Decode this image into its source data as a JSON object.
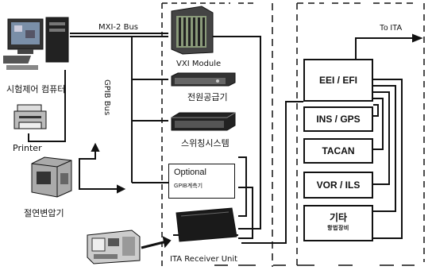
{
  "labels": {
    "mxi_bus": "MXI-2 Bus",
    "gpib_bus": "GPIB Bus",
    "to_ita": "To   ITA",
    "test_computer": "시험제어 컴퓨터",
    "printer": "Printer",
    "insulation_transformer": "절연변압기",
    "vxi_module": "VXI Module",
    "power_supply": "전원공급기",
    "switch_system": "스위칭시스템",
    "optional": "Optional",
    "optional_sub": "GPIB계측기",
    "ita_receiver": "ITA Receiver Unit"
  },
  "boxes": {
    "eei_efi": "EEI / EFI",
    "ins_gps": "INS / GPS",
    "tacan": "TACAN",
    "vor_ils": "VOR / ILS",
    "etc": "기타",
    "etc_sub": "항법장비"
  },
  "icons": [
    "computer-icon",
    "printer-icon",
    "transformer-icon",
    "vxi-chassis-icon",
    "power-supply-icon",
    "switch-system-icon",
    "ita-receiver-icon",
    "handheld-device-icon"
  ],
  "colors": {
    "line": "#111111",
    "background": "#ffffff"
  }
}
